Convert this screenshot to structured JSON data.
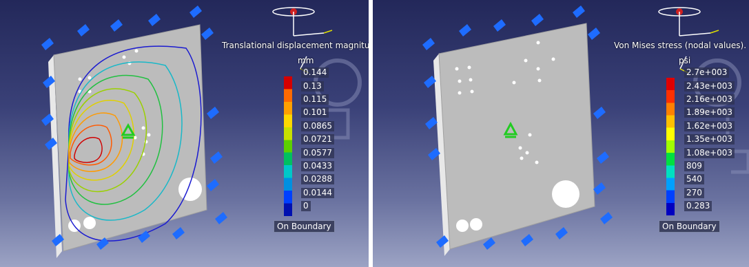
{
  "left_panel": {
    "legend_title": "Translational displacement magnitude",
    "unit": "mm",
    "ticks": [
      "0.144",
      "0.13",
      "0.115",
      "0.101",
      "0.0865",
      "0.0721",
      "0.0577",
      "0.0433",
      "0.0288",
      "0.0144",
      "0"
    ],
    "boundary_label": "On Boundary",
    "colorbar_colors": [
      "#d40000",
      "#ff6a00",
      "#ffa000",
      "#ffd800",
      "#c8e000",
      "#5cd000",
      "#00c060",
      "#00c8c8",
      "#0090e0",
      "#0040ff",
      "#0010b0"
    ]
  },
  "right_panel": {
    "legend_title": "Von Mises stress (nodal values).",
    "unit": "psi",
    "ticks": [
      "2.7e+003",
      "2.43e+003",
      "2.16e+003",
      "1.89e+003",
      "1.62e+003",
      "1.35e+003",
      "1.08e+003",
      "809",
      "540",
      "270",
      "0.283"
    ],
    "boundary_label": "On Boundary",
    "colorbar_colors": [
      "#e00000",
      "#ff3000",
      "#ff8000",
      "#ffc000",
      "#ffff00",
      "#a0ff00",
      "#00e040",
      "#00e0c0",
      "#00a0ff",
      "#0040ff",
      "#0000c0"
    ]
  },
  "colors": {
    "plate": "#bcbcbc",
    "restraint": "#1e6cff",
    "load_marker": "#22cc22"
  },
  "icons": [
    "compass-icon",
    "clamp-restraint-icon",
    "load-arrow-icon",
    "axis-triad-icon"
  ]
}
